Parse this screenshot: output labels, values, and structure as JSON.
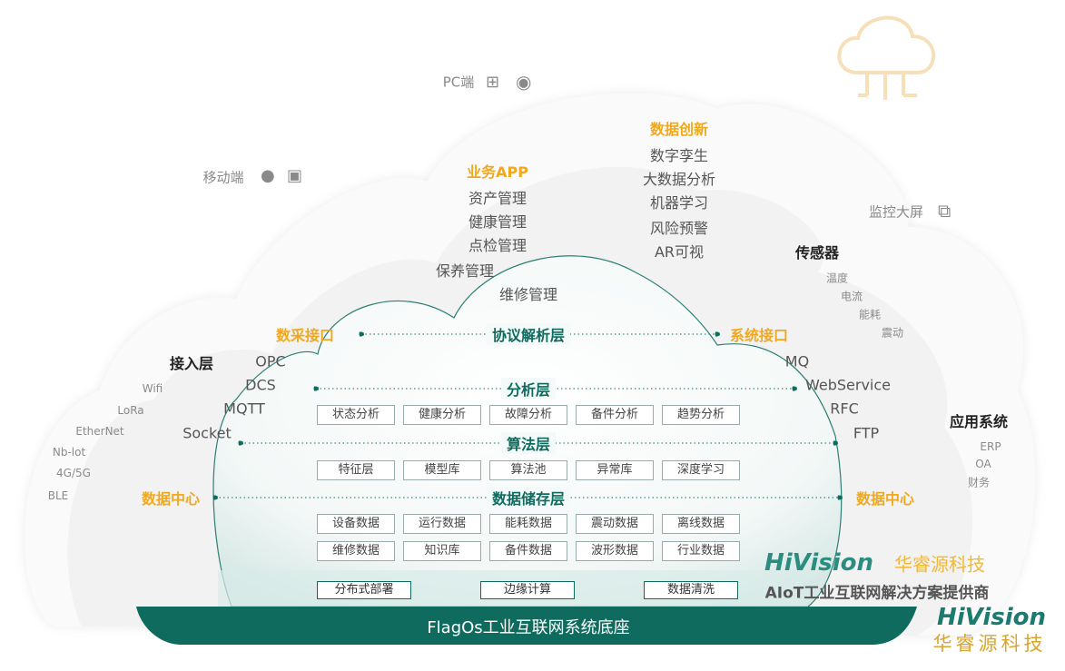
{
  "top_devices": {
    "pc": "PC端",
    "mobile": "移动端",
    "screen": "监控大屏"
  },
  "business_app": {
    "title": "业务APP",
    "items": [
      "资产管理",
      "健康管理",
      "点检管理",
      "保养管理",
      "维修管理"
    ]
  },
  "data_innovation": {
    "title": "数据创新",
    "items": [
      "数字孪生",
      "大数据分析",
      "机器学习",
      "风险预警",
      "AR可视"
    ]
  },
  "sensor": {
    "title": "传感器",
    "items": [
      "温度",
      "电流",
      "能耗",
      "震动"
    ]
  },
  "access_layer": {
    "title": "接入层",
    "items": [
      "Wifi",
      "LoRa",
      "EtherNet",
      "Nb-lot",
      "4G/5G",
      "BLE"
    ]
  },
  "collect_interface": {
    "title": "数采接口",
    "items": [
      "OPC",
      "DCS",
      "MQTT",
      "Socket"
    ]
  },
  "system_interface": {
    "title": "系统接口",
    "items": [
      "MQ",
      "WebService",
      "RFC",
      "FTP"
    ]
  },
  "app_system": {
    "title": "应用系统",
    "items": [
      "ERP",
      "OA",
      "财务"
    ]
  },
  "data_center_left": "数据中心",
  "data_center_right": "数据中心",
  "layers": {
    "protocol": "协议解析层",
    "analysis": {
      "title": "分析层",
      "items": [
        "状态分析",
        "健康分析",
        "故障分析",
        "备件分析",
        "趋势分析"
      ]
    },
    "algorithm": {
      "title": "算法层",
      "items": [
        "特征层",
        "模型库",
        "算法池",
        "异常库",
        "深度学习"
      ]
    },
    "storage": {
      "title": "数据储存层",
      "row1": [
        "设备数据",
        "运行数据",
        "能耗数据",
        "震动数据",
        "离线数据"
      ],
      "row2": [
        "维修数据",
        "知识库",
        "备件数据",
        "波形数据",
        "行业数据"
      ]
    }
  },
  "bottom_boxes": [
    "分布式部署",
    "边缘计算",
    "数据清洗"
  ],
  "base": "FlagOs工业互联网系统底座",
  "brand": {
    "logo": "HiVision",
    "cn": "华睿源科技",
    "slogan": "AIoT工业互联网解决方案提供商"
  },
  "colors": {
    "teal": "#0e6b5e",
    "orange": "#f0a91e"
  }
}
